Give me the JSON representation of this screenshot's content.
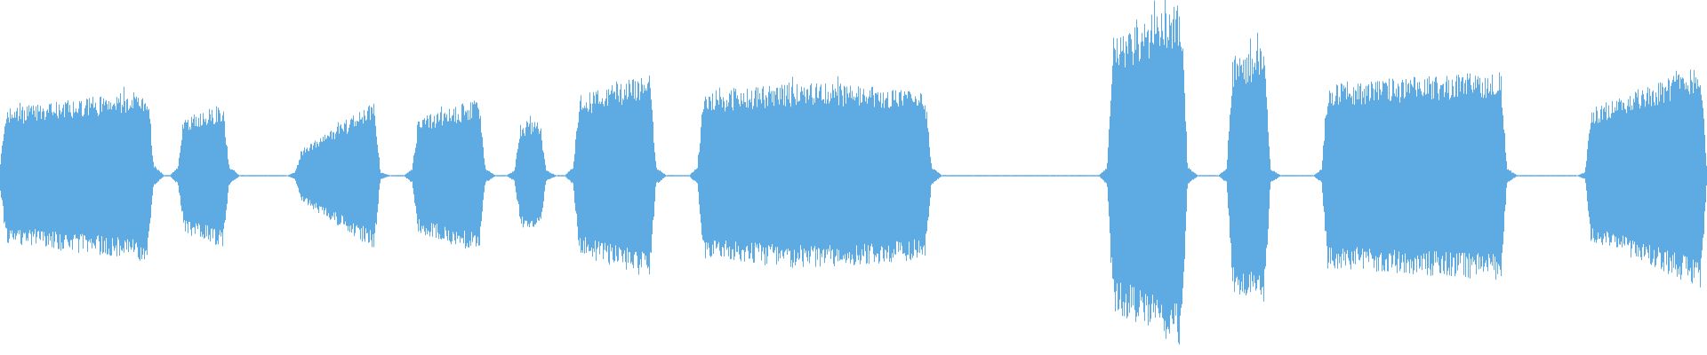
{
  "waveform": {
    "color": "#5eaae3",
    "background": "#ffffff",
    "duration_s": 70,
    "segments": [
      {
        "start": 0.0,
        "end": 6.3,
        "amp_start": 0.36,
        "amp_end": 0.47,
        "floor": 0.06,
        "shape": "plateau"
      },
      {
        "start": 7.3,
        "end": 9.4,
        "amp_start": 0.3,
        "amp_end": 0.4,
        "floor": 0.05,
        "shape": "plateau"
      },
      {
        "start": 12.1,
        "end": 15.6,
        "amp_start": 0.12,
        "amp_end": 0.42,
        "floor": 0.02,
        "shape": "ramp"
      },
      {
        "start": 16.9,
        "end": 19.9,
        "amp_start": 0.3,
        "amp_end": 0.43,
        "floor": 0.04,
        "shape": "plateau"
      },
      {
        "start": 21.1,
        "end": 22.4,
        "amp_start": 0.28,
        "amp_end": 0.3,
        "floor": 0.03,
        "shape": "plateau"
      },
      {
        "start": 23.5,
        "end": 26.9,
        "amp_start": 0.42,
        "amp_end": 0.57,
        "floor": 0.05,
        "shape": "plateau"
      },
      {
        "start": 28.6,
        "end": 38.2,
        "amp_start": 0.44,
        "amp_end": 0.5,
        "floor": 0.05,
        "shape": "dome"
      },
      {
        "start": 45.4,
        "end": 48.7,
        "amp_start": 0.72,
        "amp_end": 0.95,
        "floor": 0.05,
        "shape": "plateau"
      },
      {
        "start": 50.3,
        "end": 52.1,
        "amp_start": 0.62,
        "amp_end": 0.72,
        "floor": 0.04,
        "shape": "plateau"
      },
      {
        "start": 54.2,
        "end": 61.8,
        "amp_start": 0.5,
        "amp_end": 0.57,
        "floor": 0.04,
        "shape": "plateau"
      },
      {
        "start": 65.0,
        "end": 70.0,
        "amp_start": 0.35,
        "amp_end": 0.62,
        "floor": 0.02,
        "shape": "ramp"
      }
    ]
  }
}
